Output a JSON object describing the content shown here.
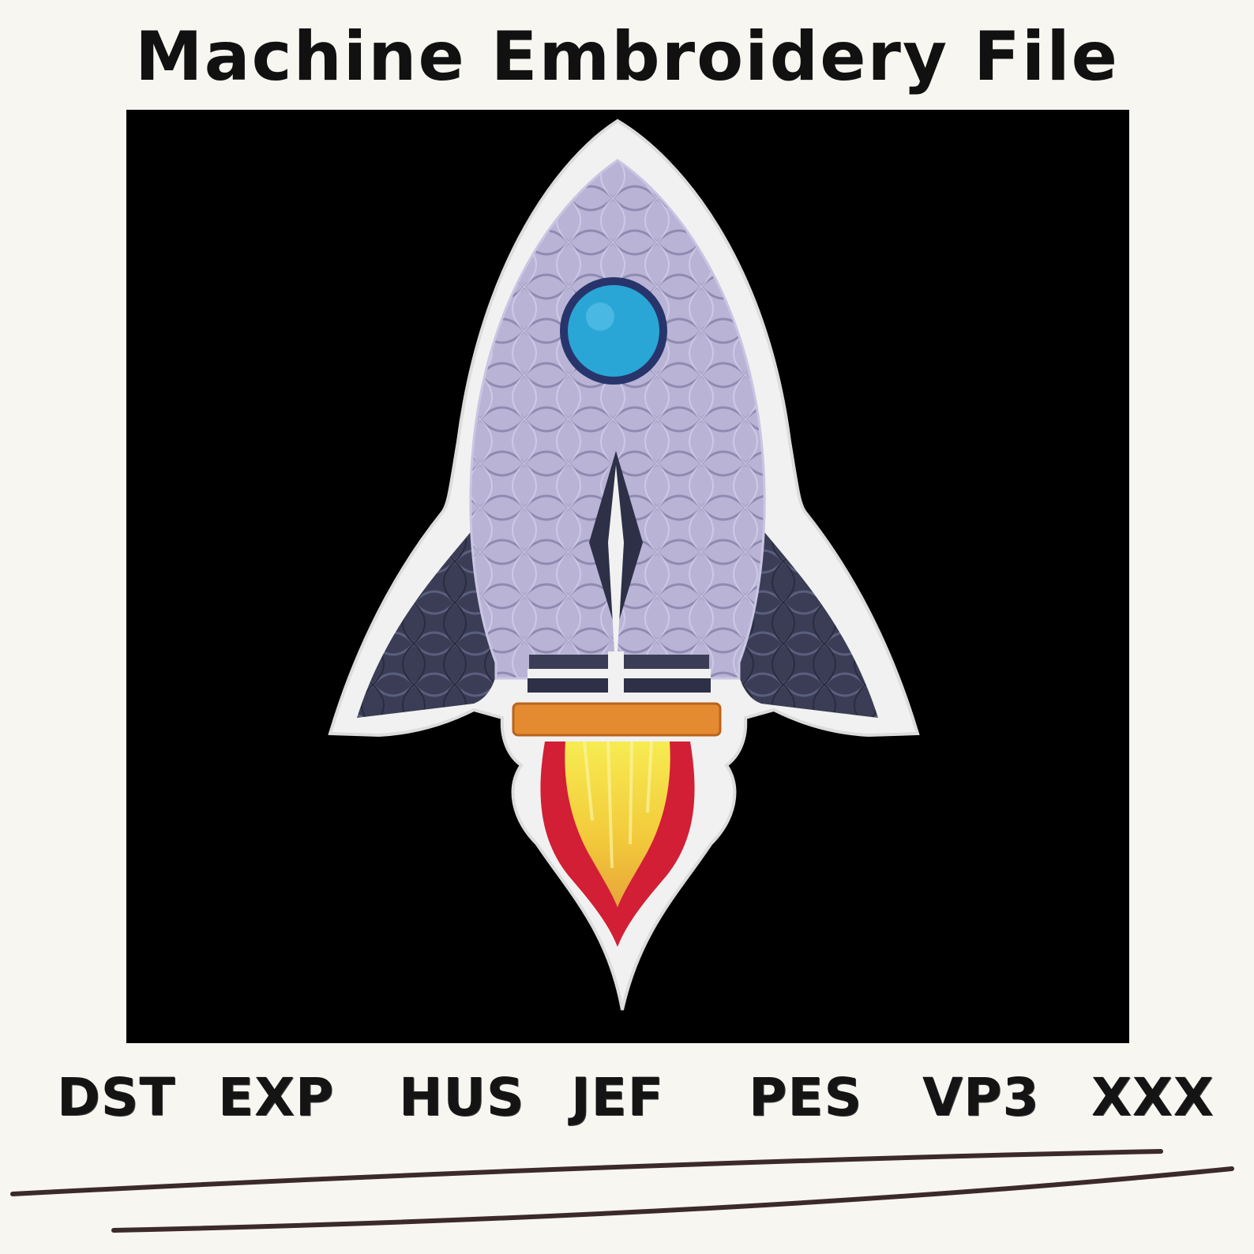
{
  "title": "Machine Embroidery File",
  "design": {
    "subject": "rocket",
    "colors": {
      "background": "#000000",
      "outline": "#f1f1f1",
      "body": "#b9b4d6",
      "fins": "#3a3d55",
      "window": "#2aa6d6",
      "window_ring": "#27356c",
      "nozzle": "#e48a30",
      "flame_outer": "#d21f35",
      "flame_inner": "#f6e23c"
    }
  },
  "formats": [
    "DST",
    "EXP",
    "HUS",
    "JEF",
    "PES",
    "VP3",
    "XXX"
  ],
  "decoration": {
    "line_color": "#3c2a28"
  }
}
